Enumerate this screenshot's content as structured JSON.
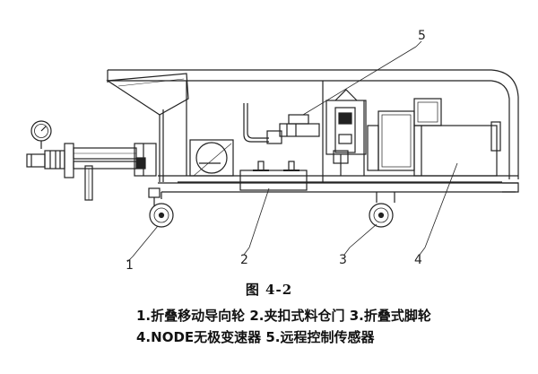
{
  "figure": {
    "title": "图 4-2",
    "callouts": [
      {
        "id": "1",
        "label": "1"
      },
      {
        "id": "2",
        "label": "2"
      },
      {
        "id": "3",
        "label": "3"
      },
      {
        "id": "4",
        "label": "4"
      },
      {
        "id": "5",
        "label": "5"
      }
    ]
  },
  "legend": {
    "line1": "1.折叠移动导向轮 2.夹扣式料仓门 3.折叠式脚轮",
    "line2": "4.NODE无极变速器 5.远程控制传感器"
  }
}
